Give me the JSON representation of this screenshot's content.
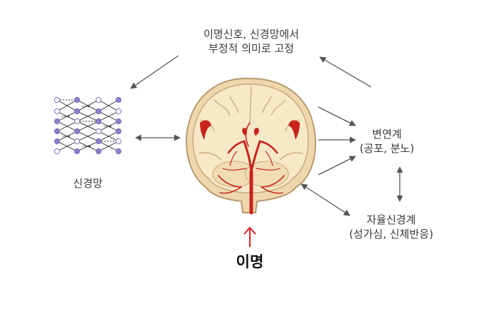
{
  "labels": {
    "top_line1": "이명신호, 신경망에서",
    "top_line2": "부정적 의미로 고정",
    "network": "신경망",
    "limbic_line1": "변연계",
    "limbic_line2": "(공포, 분노)",
    "autonomic_line1": "자율신경계",
    "autonomic_line2": "(성가심, 신체반응)",
    "tinnitus": "이명"
  },
  "colors": {
    "arrow": "#555555",
    "emphasis_arrow": "#e02020",
    "neuron_filled": "#8c7fcf",
    "neuron_hollow": "#ffffff",
    "brain_fill": "#f6e6c4",
    "vessel": "#c8241b"
  }
}
